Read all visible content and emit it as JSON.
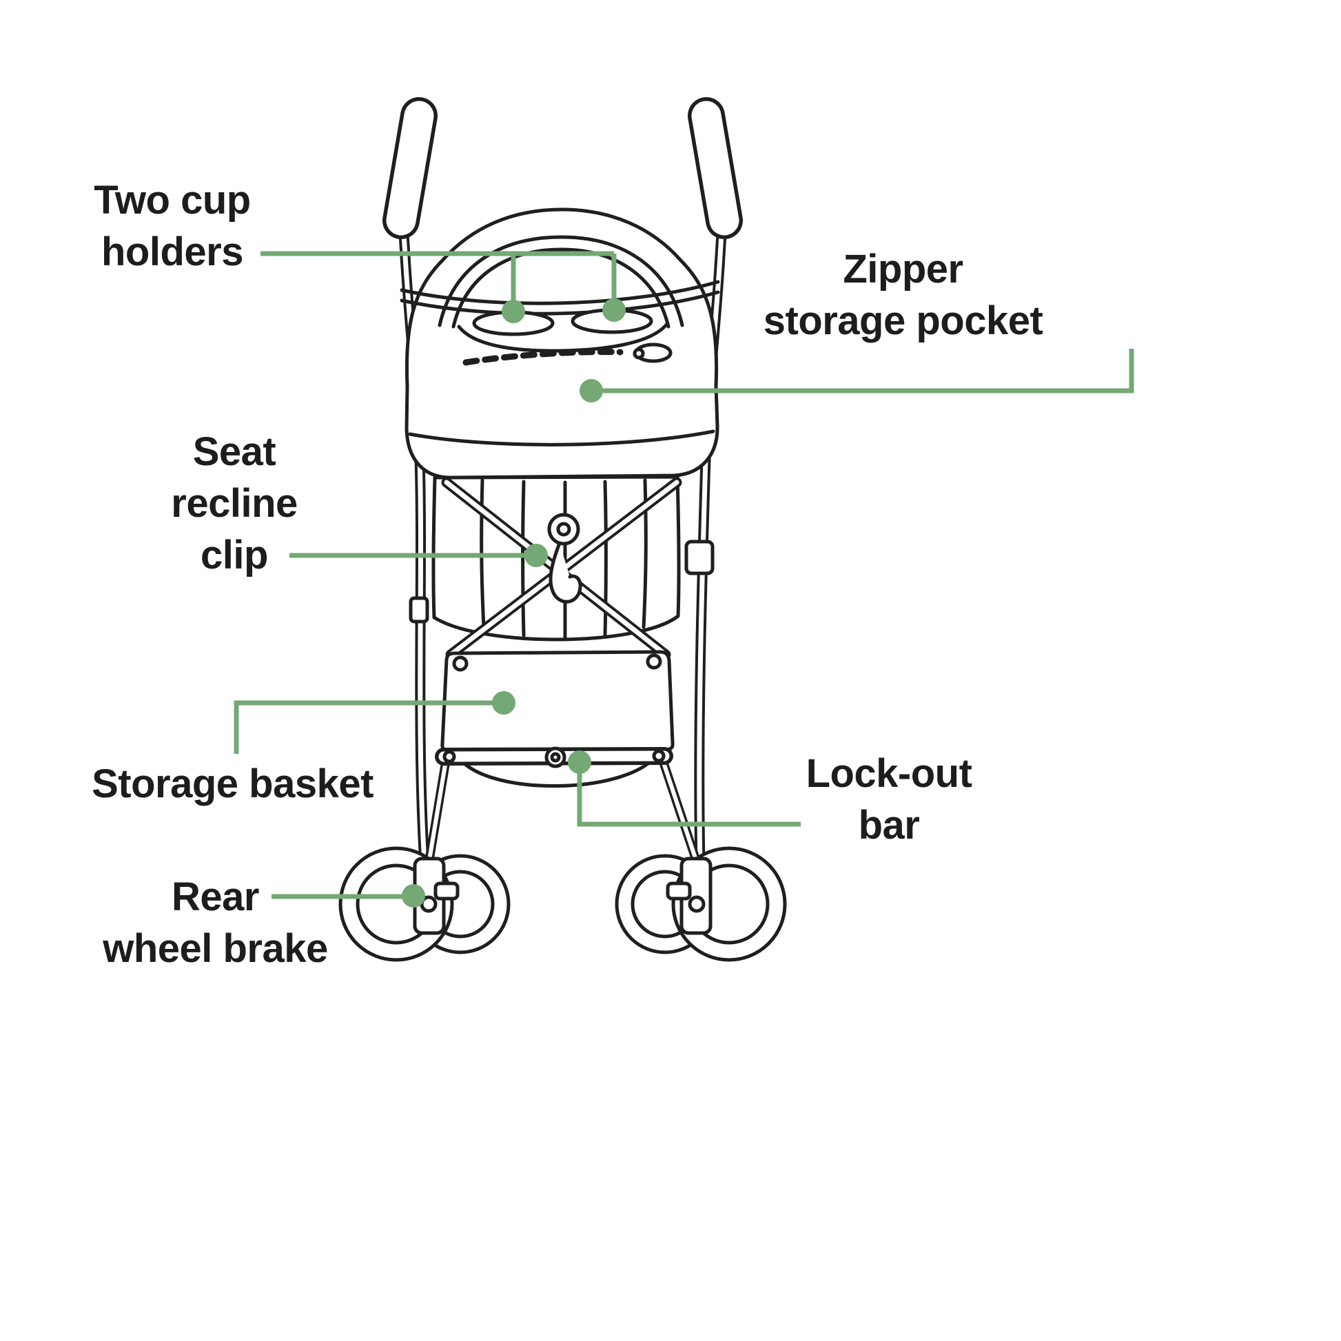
{
  "colors": {
    "accent": "#74a874",
    "ink": "#1f1f1f",
    "background": "#ffffff"
  },
  "labels": {
    "two_cup_holders": "Two cup\nholders",
    "zipper_storage_pocket": "Zipper\nstorage pocket",
    "seat_recline_clip": "Seat\nrecline\nclip",
    "storage_basket": "Storage basket",
    "lock_out_bar": "Lock-out\nbar",
    "rear_wheel_brake": "Rear\nwheel brake"
  }
}
